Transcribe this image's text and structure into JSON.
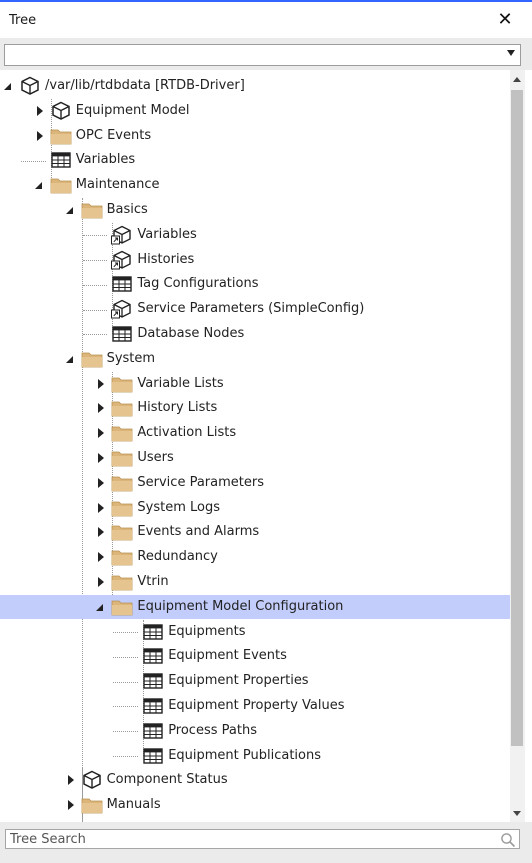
{
  "window": {
    "title": "Tree",
    "close_symbol": "✕"
  },
  "selector": {
    "value": ""
  },
  "search": {
    "placeholder": "Tree Search",
    "value": ""
  },
  "tree": [
    {
      "label": "/var/lib/rtdbdata [RTDB-Driver]",
      "icon": "cube-icon",
      "level": 0,
      "toggle": "expanded"
    },
    {
      "label": "Equipment Model",
      "icon": "cube-icon",
      "level": 1,
      "toggle": "collapsed"
    },
    {
      "label": "OPC Events",
      "icon": "folder-icon",
      "level": 1,
      "toggle": "collapsed"
    },
    {
      "label": "Variables",
      "icon": "table-icon",
      "level": 1,
      "toggle": "none"
    },
    {
      "label": "Maintenance",
      "icon": "folder-icon",
      "level": 1,
      "toggle": "expanded"
    },
    {
      "label": "Basics",
      "icon": "folder-icon",
      "level": 2,
      "toggle": "expanded"
    },
    {
      "label": "Variables",
      "icon": "cube-link-icon",
      "level": 3,
      "toggle": "none"
    },
    {
      "label": "Histories",
      "icon": "cube-link-icon",
      "level": 3,
      "toggle": "none"
    },
    {
      "label": "Tag Configurations",
      "icon": "table-icon",
      "level": 3,
      "toggle": "none"
    },
    {
      "label": "Service Parameters (SimpleConfig)",
      "icon": "cube-link-icon",
      "level": 3,
      "toggle": "none"
    },
    {
      "label": "Database Nodes",
      "icon": "table-icon",
      "level": 3,
      "toggle": "none"
    },
    {
      "label": "System",
      "icon": "folder-icon",
      "level": 2,
      "toggle": "expanded"
    },
    {
      "label": "Variable Lists",
      "icon": "folder-icon",
      "level": 3,
      "toggle": "collapsed"
    },
    {
      "label": "History Lists",
      "icon": "folder-icon",
      "level": 3,
      "toggle": "collapsed"
    },
    {
      "label": "Activation Lists",
      "icon": "folder-icon",
      "level": 3,
      "toggle": "collapsed"
    },
    {
      "label": "Users",
      "icon": "folder-icon",
      "level": 3,
      "toggle": "collapsed"
    },
    {
      "label": "Service Parameters",
      "icon": "folder-icon",
      "level": 3,
      "toggle": "collapsed"
    },
    {
      "label": "System Logs",
      "icon": "folder-icon",
      "level": 3,
      "toggle": "collapsed"
    },
    {
      "label": "Events and Alarms",
      "icon": "folder-icon",
      "level": 3,
      "toggle": "collapsed"
    },
    {
      "label": "Redundancy",
      "icon": "folder-icon",
      "level": 3,
      "toggle": "collapsed"
    },
    {
      "label": "Vtrin",
      "icon": "folder-icon",
      "level": 3,
      "toggle": "collapsed"
    },
    {
      "label": "Equipment Model Configuration",
      "icon": "folder-icon",
      "level": 3,
      "toggle": "expanded",
      "selected": true
    },
    {
      "label": "Equipments",
      "icon": "table-icon",
      "level": 4,
      "toggle": "none"
    },
    {
      "label": "Equipment Events",
      "icon": "table-icon",
      "level": 4,
      "toggle": "none"
    },
    {
      "label": "Equipment Properties",
      "icon": "table-icon",
      "level": 4,
      "toggle": "none"
    },
    {
      "label": "Equipment Property Values",
      "icon": "table-icon",
      "level": 4,
      "toggle": "none"
    },
    {
      "label": "Process Paths",
      "icon": "table-icon",
      "level": 4,
      "toggle": "none"
    },
    {
      "label": "Equipment Publications",
      "icon": "table-icon",
      "level": 4,
      "toggle": "none"
    },
    {
      "label": "Component Status",
      "icon": "cube-icon",
      "level": 2,
      "toggle": "collapsed"
    },
    {
      "label": "Manuals",
      "icon": "folder-icon",
      "level": 2,
      "toggle": "collapsed"
    },
    {
      "label": "",
      "icon": "folder-icon",
      "level": 2,
      "toggle": "none"
    }
  ],
  "colors": {
    "selection": "#c3cdfb",
    "folder": "#dcb57a",
    "accent_line": "#3366ff"
  }
}
